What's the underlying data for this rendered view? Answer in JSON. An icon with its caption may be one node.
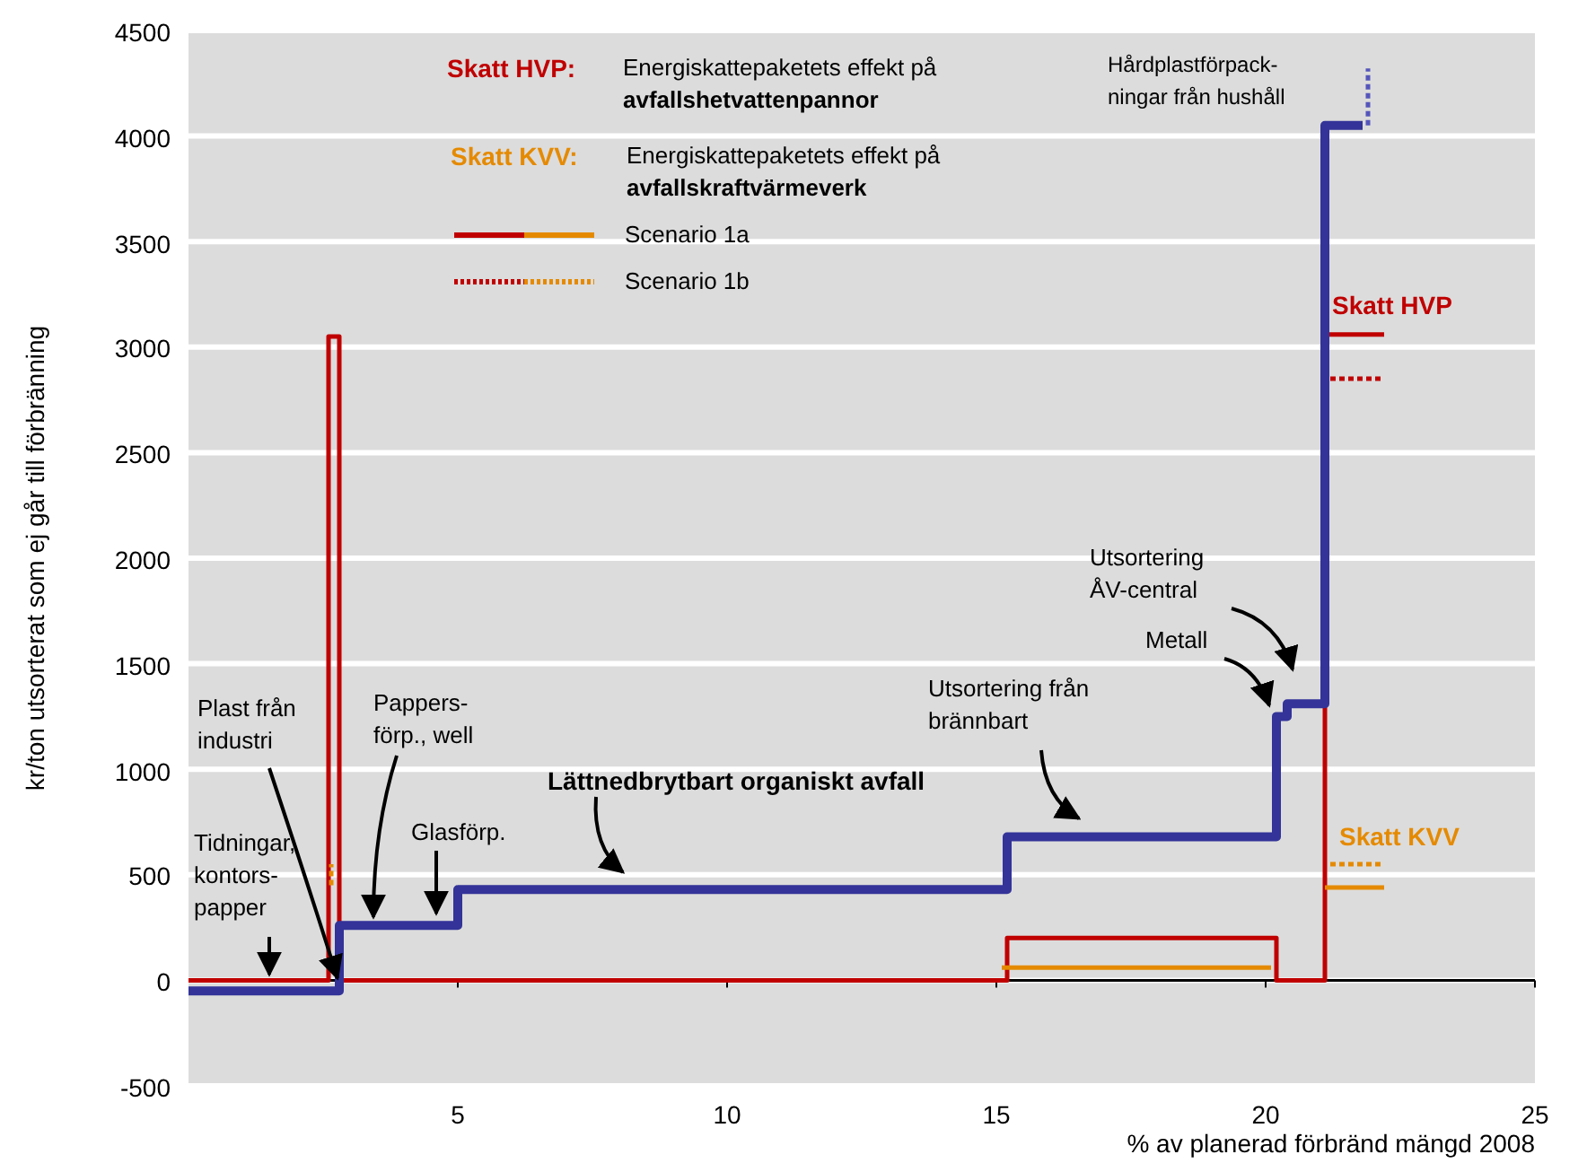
{
  "diagram": {
    "nodes": [
      {
        "text": [
          "Tidningar, kontors- papper"
        ]
      },
      {
        "text": [
          "Plast från industri"
        ]
      },
      {
        "text": [
          "Pappers- förp., well"
        ]
      },
      {
        "text": [
          "Glasförp."
        ]
      },
      {
        "text": [
          "Lättnedbrytbart organiskt avfall"
        ]
      },
      {
        "text": [
          "Utsortering från brännbart"
        ]
      },
      {
        "text": [
          "Metall"
        ]
      },
      {
        "text": [
          "Utsortering ÅV-central"
        ]
      }
    ],
    "edges": [
      {
        "from": 0,
        "to": null,
        "arrow": "to"
      },
      {
        "from": 1,
        "to": null,
        "arrow": "to"
      },
      {
        "from": 2,
        "to": null,
        "arrow": "to"
      },
      {
        "from": 3,
        "to": null,
        "arrow": "to"
      },
      {
        "from": 4,
        "to": null,
        "arrow": "to"
      },
      {
        "from": 5,
        "to": null,
        "arrow": "to"
      },
      {
        "from": 6,
        "to": null,
        "arrow": "to"
      },
      {
        "from": 7,
        "to": null,
        "arrow": "to"
      }
    ],
    "labels": [
      "Skatt HVP:",
      "Energiskattepaketets effekt på **avfallshetvattenpannor**",
      "Skatt KVV:",
      "Energiskattepaketets effekt på **avfallskraftvärmeverk**",
      "Hårdplastförpack- ningar från hushåll",
      "Skatt HVP",
      "Skatt KVV"
    ],
    "legend": [
      {
        "text": "Scenario 1a"
      },
      {
        "text": "Scenario 1b"
      }
    ],
    "chart_data": {
      "type": "line",
      "xlabel": "% av planerad förbränd mängd 2008",
      "ylabel": "kr/ton utsorterat som ej går till förbränning",
      "grid": true,
      "xlim": [
        0,
        25
      ],
      "ylim": [
        -500,
        4500
      ],
      "xticks": [
        5,
        10,
        15,
        20,
        25
      ],
      "yticks": [
        -500,
        0,
        500,
        1000,
        1500,
        2000,
        2500,
        3000,
        3500,
        4000,
        4500
      ],
      "series": [
        {
          "color": "#c00000",
          "x": [
            0,
            2.6,
            2.6,
            2.8,
            2.8,
            15.2,
            15.2,
            20.2,
            20.2,
            21.1,
            21.1,
            22.2
          ],
          "values": [
            0,
            0,
            3050,
            3050,
            0,
            0,
            200,
            200,
            0,
            0,
            3060,
            3060
          ]
        },
        {
          "color": "#c00000",
          "line_style": "dashed",
          "x": [
            21.2,
            22.2
          ],
          "values": [
            2850,
            2850
          ]
        },
        {
          "color": "#e58a00",
          "x": [
            15.1,
            20.1,
            null,
            21.1,
            22.2
          ],
          "values": [
            60,
            60,
            null,
            440,
            440
          ]
        },
        {
          "color": "#e58a00",
          "line_style": "dashed",
          "x": [
            2.65,
            2.65,
            null,
            21.2,
            22.2
          ],
          "values": [
            450,
            550,
            null,
            550,
            550
          ]
        },
        {
          "color": "#333399",
          "x": [
            0,
            2.8,
            2.8,
            5,
            5,
            15.2,
            15.2,
            20.2,
            20.2,
            20.4,
            20.4,
            21.1,
            21.1,
            21.8
          ],
          "values": [
            -50,
            -50,
            260,
            260,
            430,
            430,
            680,
            680,
            1250,
            1250,
            1310,
            1310,
            4050,
            4050
          ]
        },
        {
          "color": "#5555bb",
          "line_style": "dashed",
          "x": [
            21.9,
            21.9
          ],
          "values": [
            4050,
            4320
          ]
        }
      ]
    }
  }
}
